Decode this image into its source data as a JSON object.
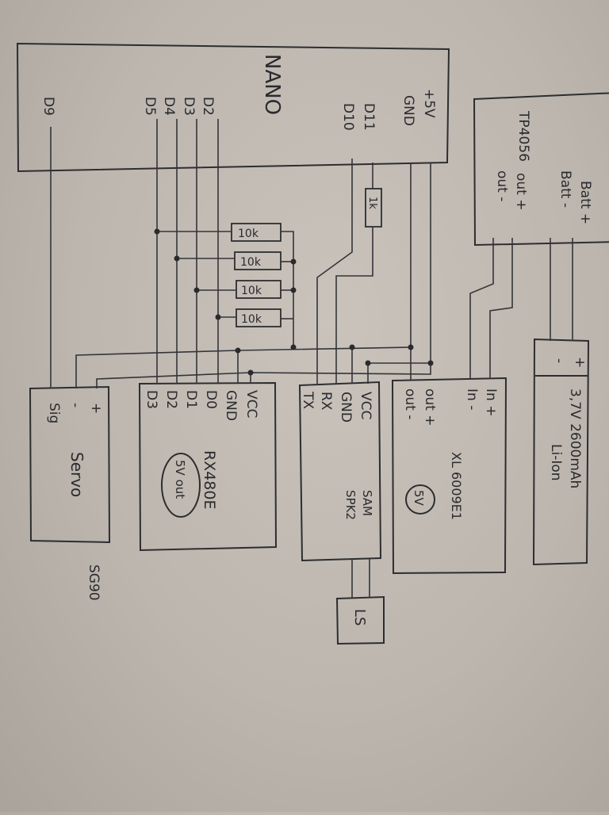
{
  "nano": {
    "title": "NANO",
    "pin_d9": "D9",
    "pin_d2": "D2",
    "pin_d3": "D3",
    "pin_d4": "D4",
    "pin_d5": "D5",
    "pin_d11": "D11",
    "pin_d10": "D10",
    "pin_gnd": "GND",
    "pin_5v": "+5V"
  },
  "tp4056": {
    "title": "TP4056",
    "batt_plus": "Batt +",
    "batt_minus": "Batt -",
    "out_plus": "out +",
    "out_minus": "out -"
  },
  "battery": {
    "label_line1": "3,7V 2600mAh",
    "label_line2": "Li-Ion",
    "minus": "-",
    "plus": "+"
  },
  "servo": {
    "title": "Servo",
    "pin_plus": "+",
    "pin_minus": "-",
    "pin_sig": "Sig",
    "model": "SG90"
  },
  "rx": {
    "title": "RX480E",
    "badge": "5V out",
    "pin_vcc": "VCC",
    "pin_gnd": "GND",
    "pin_d0": "D0",
    "pin_d1": "D1",
    "pin_d2": "D2",
    "pin_d3": "D3"
  },
  "sound": {
    "title_line1": "SAM",
    "title_line2": "SPK2",
    "pin_vcc": "VCC",
    "pin_gnd": "GND",
    "pin_rx": "RX",
    "pin_tx": "TX",
    "speaker": "LS"
  },
  "booster": {
    "title": "XL 6009E1",
    "badge": "5V",
    "in_plus": "In +",
    "in_minus": "In -",
    "out_plus": "out +",
    "out_minus": "out -"
  },
  "resistors": {
    "r1": "10k",
    "r2": "10k",
    "r3": "10k",
    "r4": "10k",
    "series": "1k"
  }
}
